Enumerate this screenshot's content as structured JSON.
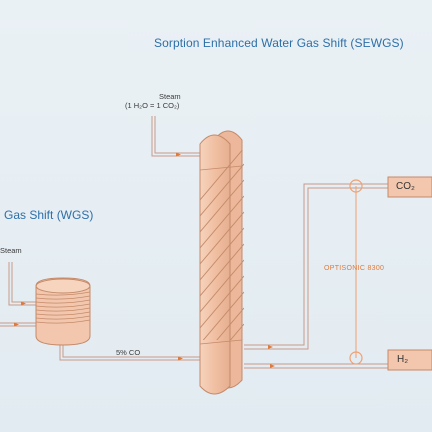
{
  "titles": {
    "sewgs": "Sorption Enhanced Water Gas Shift (SEWGS)",
    "wgs": "Gas Shift (WGS)"
  },
  "labels": {
    "steam_top": "Steam",
    "steam_top_ratio": "(1 H₂O = 1 CO₂)",
    "steam_left": "Steam",
    "co_percent": "5% CO",
    "meter": "OPTISONIC 8300",
    "product_co2": "CO₂",
    "product_h2": "H₂"
  },
  "colors": {
    "background": "#e6eef3",
    "title": "#2d6fa8",
    "vessel_fill": "#f2c7ad",
    "vessel_stroke": "#c48a6a",
    "pipe": "#c99a88",
    "accent": "#e07a3a",
    "meter_line": "#f0a070"
  }
}
